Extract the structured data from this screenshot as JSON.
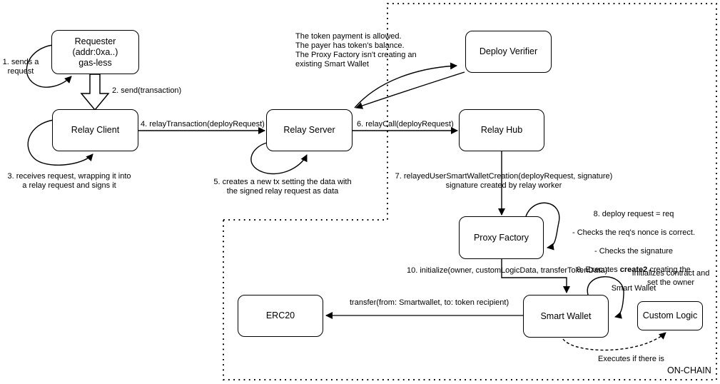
{
  "diagram": {
    "title_region_label": "ON-CHAIN",
    "colors": {
      "stroke": "#000000",
      "background": "#ffffff",
      "transfer_line": "#616161"
    },
    "nodes": {
      "requester": {
        "label": "Requester\n(addr:0xa..)\ngas-less"
      },
      "relay_client": {
        "label": "Relay Client"
      },
      "relay_server": {
        "label": "Relay Server"
      },
      "deploy_verifier": {
        "label": "Deploy Verifier"
      },
      "relay_hub": {
        "label": "Relay Hub"
      },
      "proxy_factory": {
        "label": "Proxy Factory"
      },
      "smart_wallet": {
        "label": "Smart Wallet"
      },
      "custom_logic": {
        "label": "Custom Logic"
      },
      "erc20": {
        "label": "ERC20"
      }
    },
    "edges": {
      "step1": "1. sends a\nrequest",
      "step2": "2. send(transaction)",
      "step3": "3. receives request, wrapping it into\na relay request and signs it",
      "step4": "4. relayTransaction(deployRequest)",
      "step5": "5. creates a new tx setting the data with\nthe signed relay request as data",
      "step6": "6. relayCall(deployRequest)",
      "step7": "7. relayedUserSmartWalletCreation(deployRequest, signature)\nsignature created by relay worker",
      "verifier_note": "The token payment is allowed.\nThe payer has token's balance.\nThe Proxy Factory isn't creating an\nexisting Smart Wallet",
      "step8_line1": "8. deploy request = req",
      "step8_line2": "- Checks the req's nonce is correct.",
      "step8_line3": "- Checks the signature",
      "step9_prefix": "9. Executes ",
      "step9_bold": "create2",
      "step9_suffix": " creating the",
      "step9_line2": "Smart Wallet",
      "step10": "10. initialize(owner, customLogicData, transferTokenData)",
      "init_note": "Initializes contract and\nset the owner",
      "transfer": "transfer(from: Smartwallet, to: token recipient)",
      "executes": "Executes if there is"
    }
  }
}
